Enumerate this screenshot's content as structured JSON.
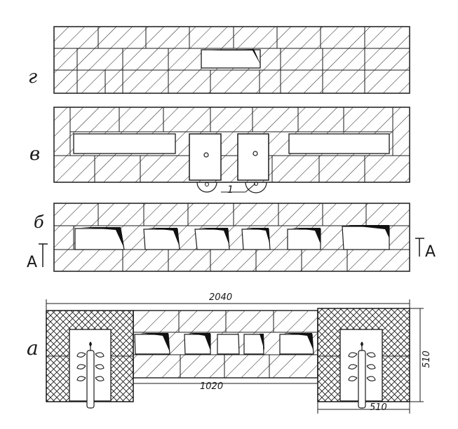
{
  "views": {
    "g": {
      "label": "г"
    },
    "v": {
      "label": "в",
      "callout": "1"
    },
    "b": {
      "label": "б",
      "section_left": "А",
      "section_right": "А"
    },
    "a": {
      "label": "а",
      "dim_total": "2040",
      "dim_middle": "1020",
      "dim_right_width": "510",
      "dim_height": "510"
    }
  },
  "colors": {
    "ink": "#1a1a1a",
    "slag": "#111111",
    "paper": "#ffffff"
  }
}
